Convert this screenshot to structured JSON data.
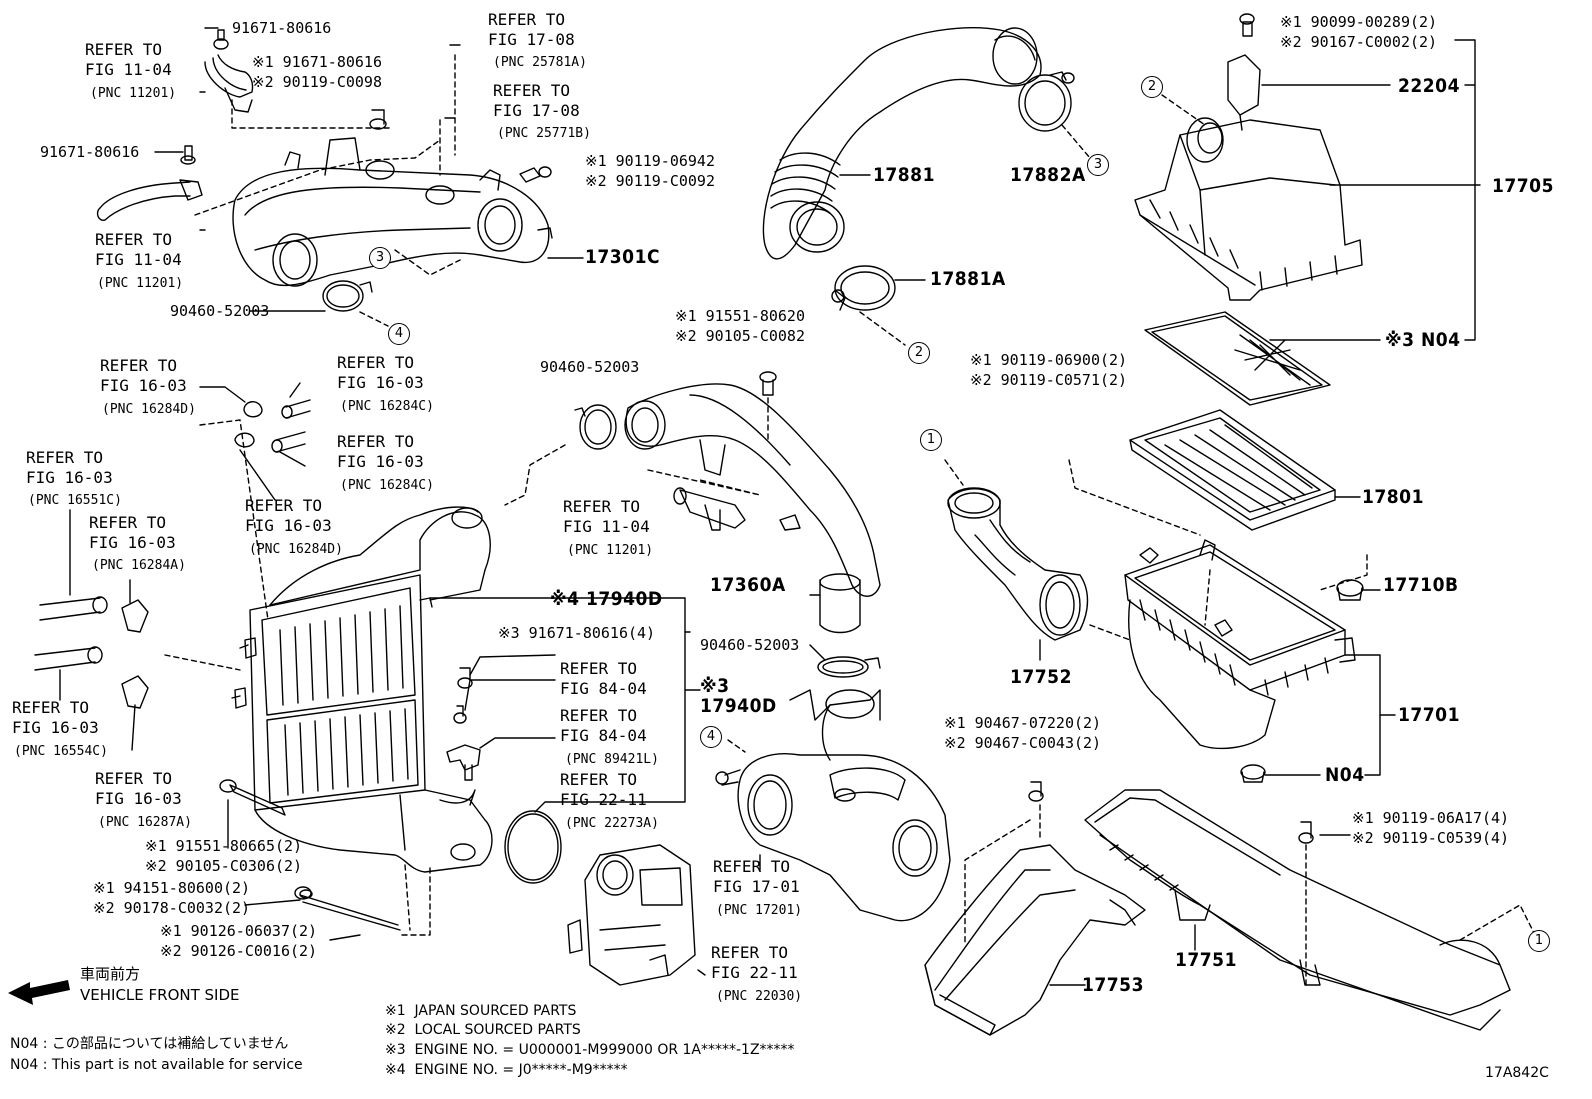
{
  "callouts": [
    {
      "id": "c1",
      "text": "91671-80616"
    },
    {
      "id": "c2",
      "text": "REFER TO\nFIG 11-04"
    },
    {
      "id": "c3",
      "text": "(PNC 11201)"
    },
    {
      "id": "c4",
      "text": "REFER TO\nFIG 17-08"
    },
    {
      "id": "c5",
      "text": "(PNC 25781A)"
    },
    {
      "id": "c6",
      "text": "※1 91671-80616\n※2 90119-C0098"
    },
    {
      "id": "c7",
      "text": "REFER TO\nFIG 17-08"
    },
    {
      "id": "c8",
      "text": "(PNC 25771B)"
    },
    {
      "id": "c9",
      "text": "91671-80616"
    },
    {
      "id": "c10",
      "text": "※1 90119-06942\n※2 90119-C0092"
    },
    {
      "id": "c11",
      "text": "REFER TO\nFIG 11-04"
    },
    {
      "id": "c12",
      "text": "(PNC 11201)"
    },
    {
      "id": "c13",
      "text": "17301C"
    },
    {
      "id": "c14",
      "text": "90460-52003"
    },
    {
      "id": "c15",
      "text": "17881"
    },
    {
      "id": "c16",
      "text": "17882A"
    },
    {
      "id": "c17",
      "text": "17881A"
    },
    {
      "id": "c18",
      "text": "※1 90099-00289(2)\n※2 90167-C0002(2)"
    },
    {
      "id": "c19",
      "text": "22204"
    },
    {
      "id": "c20",
      "text": "17705"
    },
    {
      "id": "c21",
      "text": "※3 N04"
    },
    {
      "id": "c22",
      "text": "※1 91551-80620\n※2 90105-C0082"
    },
    {
      "id": "c23",
      "text": "90460-52003"
    },
    {
      "id": "c24",
      "text": "※1 90119-06900(2)\n※2 90119-C0571(2)"
    },
    {
      "id": "c25",
      "text": "REFER TO\nFIG 16-03"
    },
    {
      "id": "c26",
      "text": "(PNC 16284D)"
    },
    {
      "id": "c27",
      "text": "REFER TO\nFIG 16-03"
    },
    {
      "id": "c28",
      "text": "(PNC 16284C)"
    },
    {
      "id": "c29",
      "text": "REFER TO\nFIG 16-03"
    },
    {
      "id": "c30",
      "text": "(PNC 16284C)"
    },
    {
      "id": "c31",
      "text": "REFER TO\nFIG 16-03"
    },
    {
      "id": "c32",
      "text": "(PNC 16551C)"
    },
    {
      "id": "c33",
      "text": "REFER TO\nFIG 16-03"
    },
    {
      "id": "c34",
      "text": "(PNC 16284A)"
    },
    {
      "id": "c35",
      "text": "REFER TO\nFIG 16-03"
    },
    {
      "id": "c36",
      "text": "(PNC 16284D)"
    },
    {
      "id": "c37",
      "text": "REFER TO\nFIG 11-04"
    },
    {
      "id": "c38",
      "text": "(PNC 11201)"
    },
    {
      "id": "c39",
      "text": "17801"
    },
    {
      "id": "c40",
      "text": "17710B"
    },
    {
      "id": "c41",
      "text": "17360A"
    },
    {
      "id": "c42",
      "text": "※4 17940D"
    },
    {
      "id": "c43",
      "text": "※3 91671-80616(4)"
    },
    {
      "id": "c44",
      "text": "REFER TO\nFIG 84-04"
    },
    {
      "id": "c45",
      "text": "※3\n17940D"
    },
    {
      "id": "c46",
      "text": "REFER TO\nFIG 84-04"
    },
    {
      "id": "c47",
      "text": "(PNC 89421L)"
    },
    {
      "id": "c48",
      "text": "REFER TO\nFIG 22-11"
    },
    {
      "id": "c49",
      "text": "(PNC 22273A)"
    },
    {
      "id": "c50",
      "text": "90460-52003"
    },
    {
      "id": "c51",
      "text": "17752"
    },
    {
      "id": "c52",
      "text": "17701"
    },
    {
      "id": "c53",
      "text": "N04"
    },
    {
      "id": "c54",
      "text": "REFER TO\nFIG 16-03"
    },
    {
      "id": "c55",
      "text": "(PNC 16554C)"
    },
    {
      "id": "c56",
      "text": "REFER TO\nFIG 16-03"
    },
    {
      "id": "c57",
      "text": "(PNC 16287A)"
    },
    {
      "id": "c58",
      "text": "※1 91551-80665(2)\n※2 90105-C0306(2)"
    },
    {
      "id": "c59",
      "text": "※1 94151-80600(2)\n※2 90178-C0032(2)"
    },
    {
      "id": "c60",
      "text": "※1 90126-06037(2)\n※2 90126-C0016(2)"
    },
    {
      "id": "c61",
      "text": "※1 90467-07220(2)\n※2 90467-C0043(2)"
    },
    {
      "id": "c62",
      "text": "REFER TO\nFIG 17-01"
    },
    {
      "id": "c63",
      "text": "(PNC 17201)"
    },
    {
      "id": "c64",
      "text": "REFER TO\nFIG 22-11"
    },
    {
      "id": "c65",
      "text": "(PNC 22030)"
    },
    {
      "id": "c66",
      "text": "※1 90119-06A17(4)\n※2 90119-C0539(4)"
    },
    {
      "id": "c67",
      "text": "17751"
    },
    {
      "id": "c68",
      "text": "17753"
    }
  ],
  "circled_refs": {
    "r1": "3",
    "r2": "4",
    "r3": "3",
    "r4": "2",
    "r5": "2",
    "r6": "1",
    "r7": "4",
    "r8": "1"
  },
  "front_side": {
    "japanese": "車両前方",
    "english": "VEHICLE FRONT SIDE"
  },
  "footnotes": {
    "n04_ja": "N04 : この部品については補給していません",
    "n04_en": "N04 : This part is not available for service",
    "legend1": "※1  JAPAN SOURCED PARTS",
    "legend2": "※2  LOCAL SOURCED PARTS",
    "legend3": "※3  ENGINE NO. = U000001-M999000 OR 1A*****-1Z*****",
    "legend4": "※4  ENGINE NO. = J0*****-M9*****"
  },
  "figure_code": "17A842C"
}
